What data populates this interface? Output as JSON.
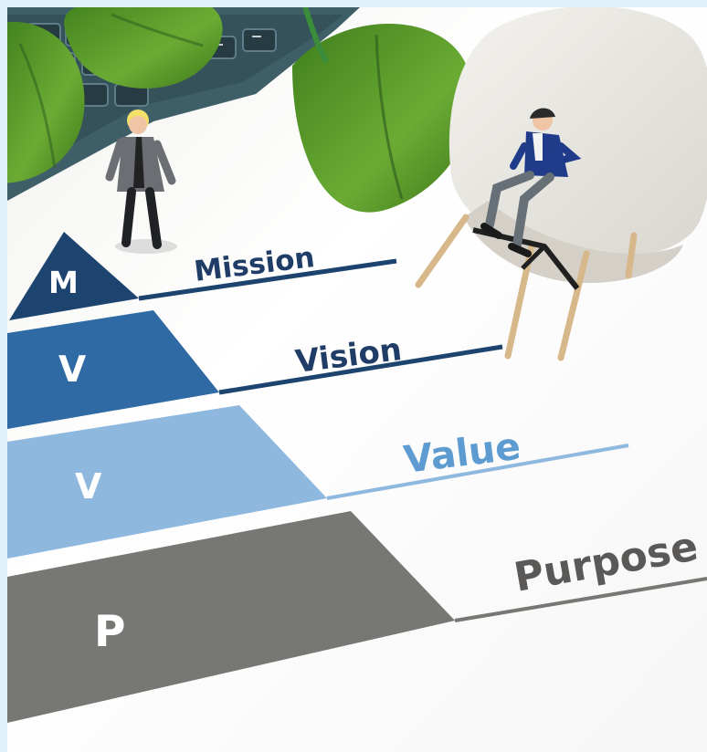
{
  "scene": {
    "tiers": [
      {
        "letter": "M",
        "label": "Mission"
      },
      {
        "letter": "V",
        "label": "Vision"
      },
      {
        "letter": "V",
        "label": "Value"
      },
      {
        "letter": "P",
        "label": "Purpose"
      }
    ]
  },
  "colors": {
    "mission": "#1d436f",
    "vision": "#2f6aa4",
    "value": "#8fb8df",
    "purpose": "#777774",
    "mission_text": "#1f3d67",
    "vision_text": "#1f3d67",
    "value_text": "#5e9bd0",
    "purpose_text": "#5a5957"
  }
}
